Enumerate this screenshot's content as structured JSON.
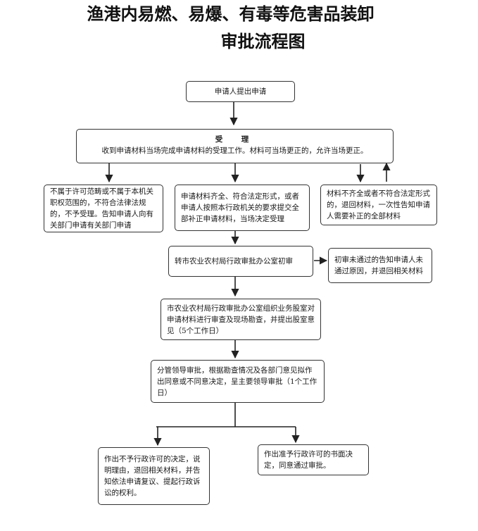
{
  "title": {
    "line1": "渔港内易燃、易爆、有毒等危害品装卸",
    "line2": "审批流程图"
  },
  "nodes": {
    "apply": "申请人提出申请",
    "accept_title": "受　理",
    "accept_text": "收到申请材料当场完成申请材料的受理工作。材料可当场更正的，允许当场更正。",
    "not_in_scope": "不属于许可范畴或不属于本机关职权范围的，不符合法律法规的，不予受理。告知申请人向有关部门申请有关部门申请",
    "complete": "申请材料齐全、符合法定形式，或者申请人按照本行政机关的要求提交全部补正申请材料，当场决定受理",
    "incomplete": "材料不齐全或者不符合法定形式的，退回材料，一次性告知申请人需要补正的全部材料",
    "transfer": "转市农业农村局行政审批办公室初审",
    "prelim_fail": "初审未通过的告知申请人未通过原因，并退回相关材料",
    "review": "市农业农村局行政审批办公室组织业务股室对申请材料进行审查及现场勘查，并提出股室意见（5个工作日）",
    "leader": "分管领导审批，根据勘查情况及各部门意见拟作出同意或不同意决定，呈主要领导审批（1个工作日）",
    "deny": "作出不予行政许可的决定，说明理由，退回相关材料，并告知依法申请复议、提起行政诉讼的权利。",
    "approve": "作出准予行政许可的书面决定，同意通过审批。"
  },
  "colors": {
    "line": "#222222",
    "border": "#333333"
  }
}
